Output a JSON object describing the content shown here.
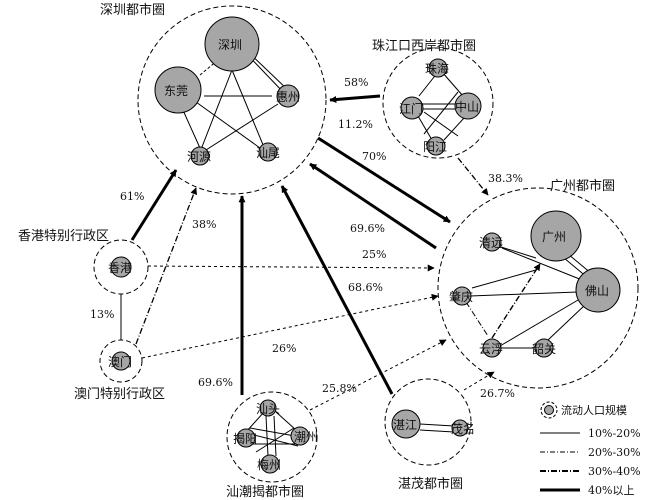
{
  "regions": [
    {
      "id": "sz",
      "label": "深圳都市圈"
    },
    {
      "id": "zj",
      "label": "珠江口西岸都市圈"
    },
    {
      "id": "gz",
      "label": "广州都市圈"
    },
    {
      "id": "hk",
      "label": "香港特别行政区"
    },
    {
      "id": "mo",
      "label": "澳门特别行政区"
    },
    {
      "id": "st",
      "label": "汕潮揭都市圈"
    },
    {
      "id": "zm",
      "label": "湛茂都市圈"
    }
  ],
  "cities": [
    {
      "id": "shenzhen",
      "label": "深圳"
    },
    {
      "id": "dongguan",
      "label": "东莞"
    },
    {
      "id": "huizhou",
      "label": "惠州"
    },
    {
      "id": "heyuan",
      "label": "河源"
    },
    {
      "id": "shanwei",
      "label": "汕尾"
    },
    {
      "id": "zhuhai",
      "label": "珠海"
    },
    {
      "id": "jiangmen",
      "label": "江门"
    },
    {
      "id": "zhongshan",
      "label": "中山"
    },
    {
      "id": "yangjiang",
      "label": "阳江"
    },
    {
      "id": "guangzhou",
      "label": "广州"
    },
    {
      "id": "qingyuan",
      "label": "清远"
    },
    {
      "id": "foshan",
      "label": "佛山"
    },
    {
      "id": "zhaoqing",
      "label": "肇庆"
    },
    {
      "id": "yunfu",
      "label": "云浮"
    },
    {
      "id": "shaoguan",
      "label": "韶关"
    },
    {
      "id": "xianggang",
      "label": "香港"
    },
    {
      "id": "aomen",
      "label": "澳门"
    },
    {
      "id": "shantou",
      "label": "汕头"
    },
    {
      "id": "jieyang",
      "label": "揭阳"
    },
    {
      "id": "chaozhou",
      "label": "潮州"
    },
    {
      "id": "meizhou",
      "label": "梅州"
    },
    {
      "id": "zhanjiang",
      "label": "湛江"
    },
    {
      "id": "maoming",
      "label": "茂名"
    }
  ],
  "flows": [
    {
      "id": "zj-sz",
      "label": "58%"
    },
    {
      "id": "sz-zj",
      "label": "11.2%"
    },
    {
      "id": "sz-gz",
      "label": "70%"
    },
    {
      "id": "zj-gz",
      "label": "38.3%"
    },
    {
      "id": "hk-sz",
      "label": "61%"
    },
    {
      "id": "mo-sz",
      "label": "38%"
    },
    {
      "id": "gz-sz",
      "label": "69.6%"
    },
    {
      "id": "hk-gz",
      "label": "25%"
    },
    {
      "id": "hk-mo",
      "label": "13%"
    },
    {
      "id": "mo-gz",
      "label": "68.6%"
    },
    {
      "id": "st-sz",
      "label": "69.6%"
    },
    {
      "id": "zm-sz",
      "label": "26%"
    },
    {
      "id": "st-gz",
      "label": "25.8%"
    },
    {
      "id": "zm-gz",
      "label": "26.7%"
    }
  ],
  "legend": {
    "items": [
      {
        "label": "流动人口规模"
      },
      {
        "label": "10%-20%"
      },
      {
        "label": "20%-30%"
      },
      {
        "label": "30%-40%"
      },
      {
        "label": "40%以上"
      }
    ]
  }
}
